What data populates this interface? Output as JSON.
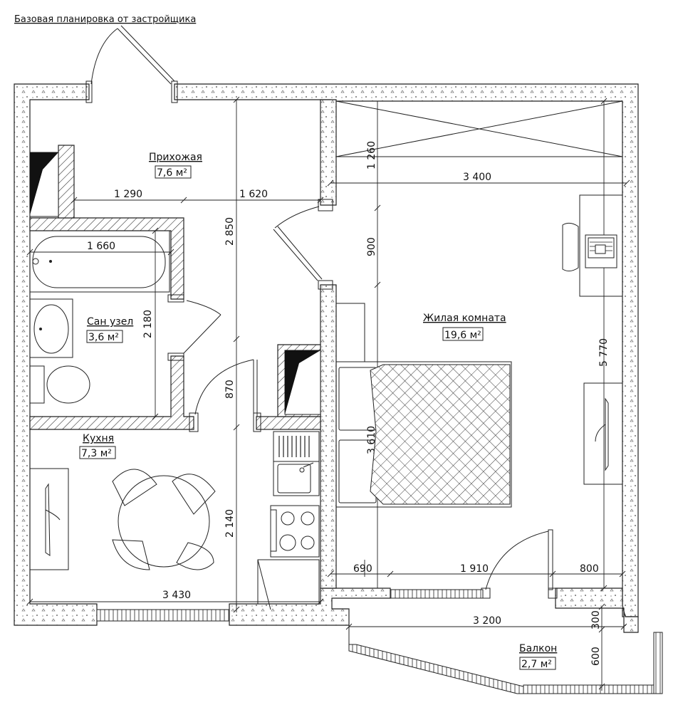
{
  "title": "Базовая планировка от застройщика",
  "rooms": {
    "hall": {
      "name": "Прихожая",
      "area": "7,6 м²"
    },
    "bathroom": {
      "name": "Сан узел",
      "area": "3,6 м²"
    },
    "kitchen": {
      "name": "Кухня",
      "area": "7,3 м²"
    },
    "living": {
      "name": "Жилая комната",
      "area": "19,6 м²"
    },
    "balcony": {
      "name": "Балкон",
      "area": "2,7 м²"
    }
  },
  "dimensions": {
    "d1290": "1 290",
    "d1620": "1 620",
    "d2850": "2 850",
    "d1660": "1 660",
    "d2180": "2 180",
    "d870": "870",
    "d2140": "2 140",
    "d3430": "3 430",
    "d1260": "1 260",
    "d3400": "3 400",
    "d900": "900",
    "d5770": "5 770",
    "d3610": "3 610",
    "d690": "690",
    "d1910": "1 910",
    "d800": "800",
    "d3200": "3 200",
    "d300": "300",
    "d600": "600"
  }
}
